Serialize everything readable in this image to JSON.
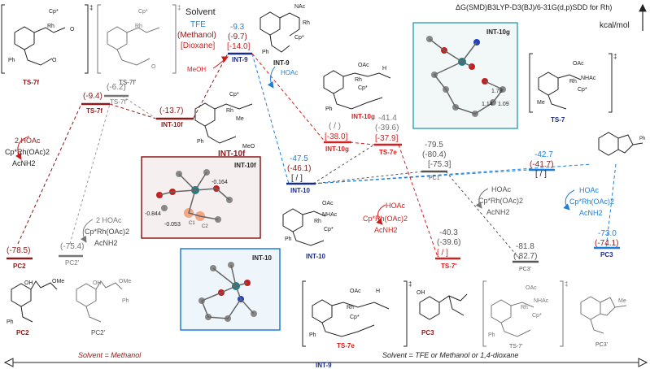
{
  "header": {
    "method": "ΔG(SMD)B3LYP-D3(BJ)/6-31G(d,p)SDD for Rh)",
    "units": "kcal/mol",
    "solvent_title": "Solvent",
    "solvent_legend": [
      "TFE",
      "(Methanol)",
      "[Dioxane]"
    ]
  },
  "colors": {
    "dark_red": "#8b1a1a",
    "red": "#d42020",
    "blue": "#1f7fd6",
    "gray": "#777777",
    "navy": "#1a2a8a",
    "ts10g_border": "#3fa7b5"
  },
  "levels": [
    {
      "id": "int9",
      "label": "INT-9",
      "e": [
        "-9.3",
        "(-9.7)",
        "[-14.0]"
      ]
    },
    {
      "id": "int10f",
      "label": "INT-10f",
      "e": [
        "(-13.7)"
      ]
    },
    {
      "id": "ts7f",
      "label": "TS-7f",
      "e": [
        "(-9.4)"
      ]
    },
    {
      "id": "ts7fp",
      "label": "TS-7f'",
      "e": [
        "(-6.2)"
      ]
    },
    {
      "id": "pc2",
      "label": "PC2",
      "e": [
        "(-78.5)"
      ]
    },
    {
      "id": "pc2p",
      "label": "PC2'",
      "e": [
        "(-75.4)"
      ]
    },
    {
      "id": "int10",
      "label": "INT-10",
      "e": [
        "-47.5",
        "(-46.1)",
        "[ / ]"
      ]
    },
    {
      "id": "int10g",
      "label": "INT-10g",
      "e": [
        "( / )",
        "[-38.0]"
      ]
    },
    {
      "id": "ts7e",
      "label": "TS-7e",
      "e": [
        "-41.4",
        "(-39.6)",
        "[-37.9]"
      ]
    },
    {
      "id": "pc1",
      "label": "PC1",
      "e": [
        "-79.5",
        "(-80.4)",
        "[-75.3]"
      ]
    },
    {
      "id": "ts7p",
      "label": "TS-7'",
      "e": [
        "-40.3",
        "(-39.6)",
        "[ / ]"
      ]
    },
    {
      "id": "pc3p",
      "label": "PC3'",
      "e": [
        "-81.8",
        "(-82.7)"
      ]
    },
    {
      "id": "ts7",
      "label": "TS-7",
      "e": [
        "-42.7",
        "(-41.7)",
        "[ / ]"
      ]
    },
    {
      "id": "pc3",
      "label": "PC3",
      "e": [
        "-73.0",
        "(-74.1)"
      ]
    }
  ],
  "annotations": {
    "meoh": "MeOH",
    "hoac": "HOAc",
    "two_hoac_left": "2 HOAc",
    "cp_rh_left": "Cp*Rh(OAc)2",
    "acnh2_left": "AcNH2",
    "two_hoac_mid": "2 HOAc",
    "cp_rh_mid": "Cp*Rh(OAc)2",
    "acnh2_mid": "AcNH2",
    "hoac_pc1": "HOAc",
    "cp_rh_pc1": "Cp*Rh(OAc)2",
    "acnh2_pc1": "AcNH2",
    "hoac_pc3p": "HOAc",
    "cp_rh_pc3p": "Cp*Rh(OAc)2",
    "acnh2_pc3p": "AcNH2",
    "hoac_pc3": "HOAc",
    "cp_rh_pc3": "Cp*Rh(OAc)2",
    "acnh2_pc3": "AcNH2"
  },
  "structures": {
    "ts7f": "TS-7f",
    "ts7fp": "TS-7f'",
    "int9": "INT-9",
    "int10f": "INT-10f",
    "int10g": "INT-10g",
    "ts7": "TS-7",
    "pc3": "PC3",
    "int10": "INT-10",
    "pc2": "PC2",
    "pc2p": "PC2'",
    "ts7e": "TS-7e",
    "pc3_bottom": "PC3",
    "ts7p": "TS-7'",
    "pc3p": "PC3'"
  },
  "insets": {
    "int10f": {
      "title": "INT-10f",
      "labels": [
        "-0.844",
        "-0.053",
        "-0.164",
        "C1",
        "C2"
      ]
    },
    "int10": {
      "title": "INT-10"
    },
    "int10g": {
      "title": "INT-10g",
      "labels": [
        "1.78",
        "1.14",
        "1.09"
      ]
    }
  },
  "footer": {
    "left": "Solvent = Methanol",
    "center": "INT-9",
    "right": "Solvent = TFE or Methanol or 1,4-dioxane"
  }
}
